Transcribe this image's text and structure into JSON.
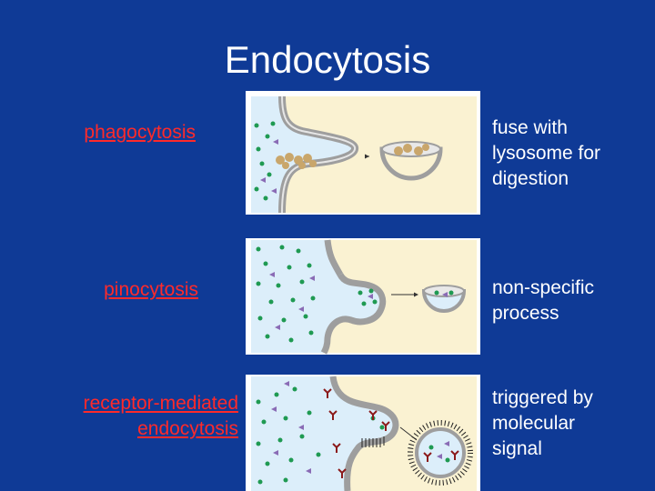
{
  "slide": {
    "title": "Endocytosis",
    "rows": [
      {
        "term": "phagocytosis",
        "description_lines": [
          "fuse with",
          "lysosome for",
          "digestion"
        ]
      },
      {
        "term_lines": [
          "pinocytosis"
        ],
        "description_lines": [
          "non-specific",
          "process"
        ]
      },
      {
        "term_lines": [
          "receptor-mediated",
          "endocytosis"
        ],
        "description_lines": [
          "triggered by",
          "molecular",
          "signal"
        ]
      }
    ]
  },
  "colors": {
    "background": "#0f3a96",
    "title": "#ffffff",
    "term": "#ff2a2a",
    "description": "#ffffff",
    "extracellular": "#dceefa",
    "cytoplasm": "#faf2d2",
    "membrane": "#9e9e9e",
    "particle": "#1f9a52",
    "solute": "#8a6bb5",
    "receptor": "#8b1a1a",
    "food": "#c9a66b"
  },
  "icons": [
    "phagocytosis-diagram",
    "pinocytosis-diagram",
    "receptor-mediated-diagram"
  ]
}
